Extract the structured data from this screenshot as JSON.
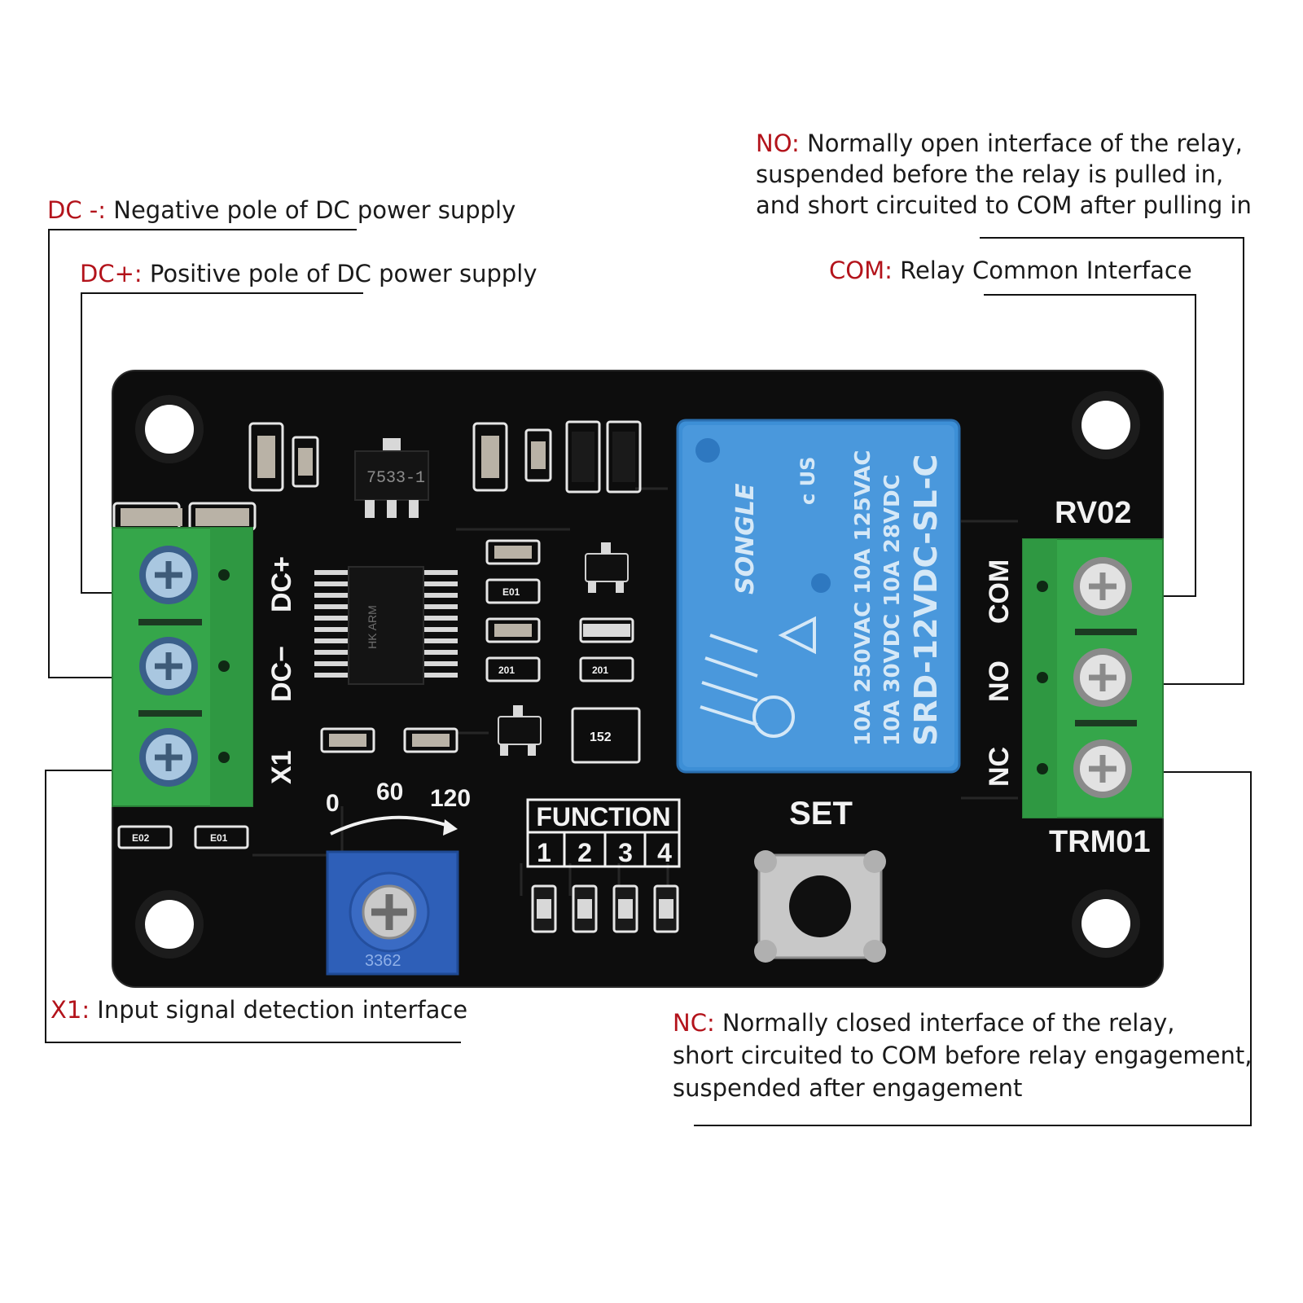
{
  "annotations": {
    "dc_minus": {
      "key": "DC -:",
      "text": " Negative pole of DC power supply"
    },
    "dc_plus": {
      "key": "DC+:",
      "text": " Positive pole of DC power supply"
    },
    "x1": {
      "key": "X1:",
      "text": " Input signal detection interface"
    },
    "no": {
      "key": "NO:",
      "lines": [
        " Normally open interface of the relay,",
        "suspended before the relay is pulled in,",
        "and short circuited to COM after pulling in"
      ]
    },
    "com": {
      "key": "COM:",
      "text": " Relay Common Interface"
    },
    "nc": {
      "key": "NC:",
      "lines": [
        " Normally closed interface of the relay,",
        "short circuited to COM before relay engagement,",
        "suspended after engagement"
      ]
    }
  },
  "board": {
    "left_terminal_labels": [
      "DC+",
      "DC−",
      "X1"
    ],
    "right_terminal_labels": [
      "COM",
      "NO",
      "NC"
    ],
    "right_terminal_name": "RV02",
    "right_terminal_part": "TRM01",
    "regulator": "7533-1",
    "mcu": "HK ARM",
    "pot_scale": [
      "0",
      "60",
      "120"
    ],
    "pot_part": "3362",
    "function_label": "FUNCTION",
    "function_numbers": [
      "1",
      "2",
      "3",
      "4"
    ],
    "set_label": "SET",
    "resistor_codes": [
      "E01",
      "E02",
      "201",
      "152"
    ]
  },
  "relay": {
    "brand": "SONGLE",
    "ratings": [
      "10A 250VAC 10A 125VAC",
      "10A 30VDC 10A 28VDC"
    ],
    "model": "SRD-12VDC-SL-C",
    "cert": "c US"
  },
  "colors": {
    "board": "#0d0d0d",
    "terminal": "#35a64a",
    "relay": "#3d8fd6",
    "pot": "#2e5fb8",
    "annotation_key": "#b3131b"
  }
}
